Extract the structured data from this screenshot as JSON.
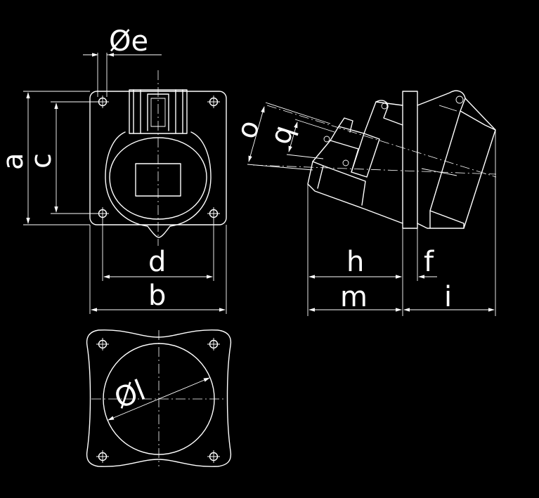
{
  "colors": {
    "background": "#000000",
    "stroke": "#ffffff"
  },
  "labels": {
    "a": "a",
    "b": "b",
    "c": "c",
    "d": "d",
    "e": "Øe",
    "f": "f",
    "h": "h",
    "i": "i",
    "l": "Øl",
    "m": "m",
    "o": "o",
    "q": "q"
  }
}
